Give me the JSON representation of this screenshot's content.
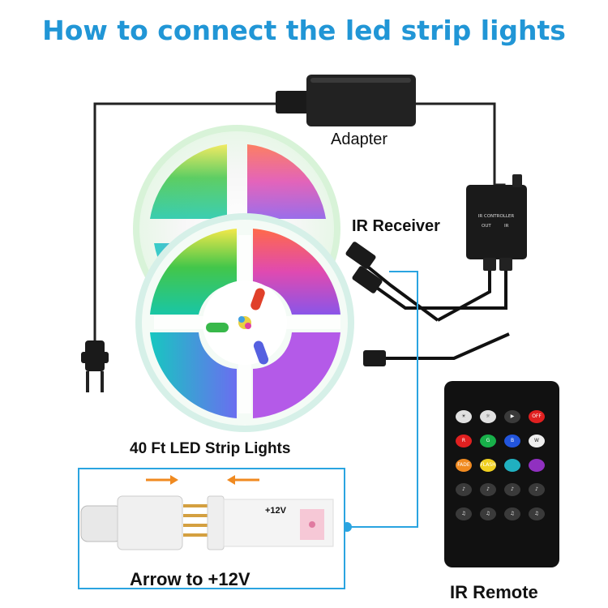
{
  "title": "How to connect the led  strip lights",
  "labels": {
    "adapter": "Adapter",
    "ir_receiver": "IR Receiver",
    "strip_lights": "40 Ft LED Strip Lights",
    "arrow_to_12v": "Arrow to +12V",
    "ir_remote": "IR Remote",
    "plus12": "+12V"
  },
  "controller_box": {
    "line1": "IR CONTROLLER",
    "line2": "OUT",
    "line3": "IR"
  },
  "remote_buttons": [
    {
      "icon": "brightness-up-icon",
      "color": "#e0e0e0",
      "text": "☀"
    },
    {
      "icon": "brightness-down-icon",
      "color": "#e0e0e0",
      "text": "☼"
    },
    {
      "icon": "play-icon",
      "color": "#3a3a3a",
      "text": "▶"
    },
    {
      "icon": "off-icon",
      "color": "#e02020",
      "text": "OFF"
    },
    {
      "icon": "red-button-icon",
      "color": "#e02020",
      "text": "R"
    },
    {
      "icon": "green-button-icon",
      "color": "#18b04a",
      "text": "G"
    },
    {
      "icon": "blue-button-icon",
      "color": "#2255dd",
      "text": "B"
    },
    {
      "icon": "white-button-icon",
      "color": "#eeeeee",
      "text": "W"
    },
    {
      "icon": "fade-button-icon",
      "color": "#f08a20",
      "text": "FADE"
    },
    {
      "icon": "flash-button-icon",
      "color": "#f0d020",
      "text": "FLASH"
    },
    {
      "icon": "cyan-button-icon",
      "color": "#20b0c0",
      "text": ""
    },
    {
      "icon": "purple-button-icon",
      "color": "#9030c0",
      "text": ""
    },
    {
      "icon": "music-1-icon",
      "color": "#3a3a3a",
      "text": "♪"
    },
    {
      "icon": "music-2-icon",
      "color": "#3a3a3a",
      "text": "♪"
    },
    {
      "icon": "music-3-icon",
      "color": "#3a3a3a",
      "text": "♪"
    },
    {
      "icon": "music-4-icon",
      "color": "#3a3a3a",
      "text": "♪"
    },
    {
      "icon": "music-5-icon",
      "color": "#3a3a3a",
      "text": "♫"
    },
    {
      "icon": "music-6-icon",
      "color": "#3a3a3a",
      "text": "♫"
    },
    {
      "icon": "music-7-icon",
      "color": "#3a3a3a",
      "text": "♫"
    },
    {
      "icon": "music-8-icon",
      "color": "#3a3a3a",
      "text": "♫"
    }
  ],
  "colors": {
    "title": "#2196d6",
    "callout": "#2aa4e0",
    "arrow": "#f08a20"
  }
}
